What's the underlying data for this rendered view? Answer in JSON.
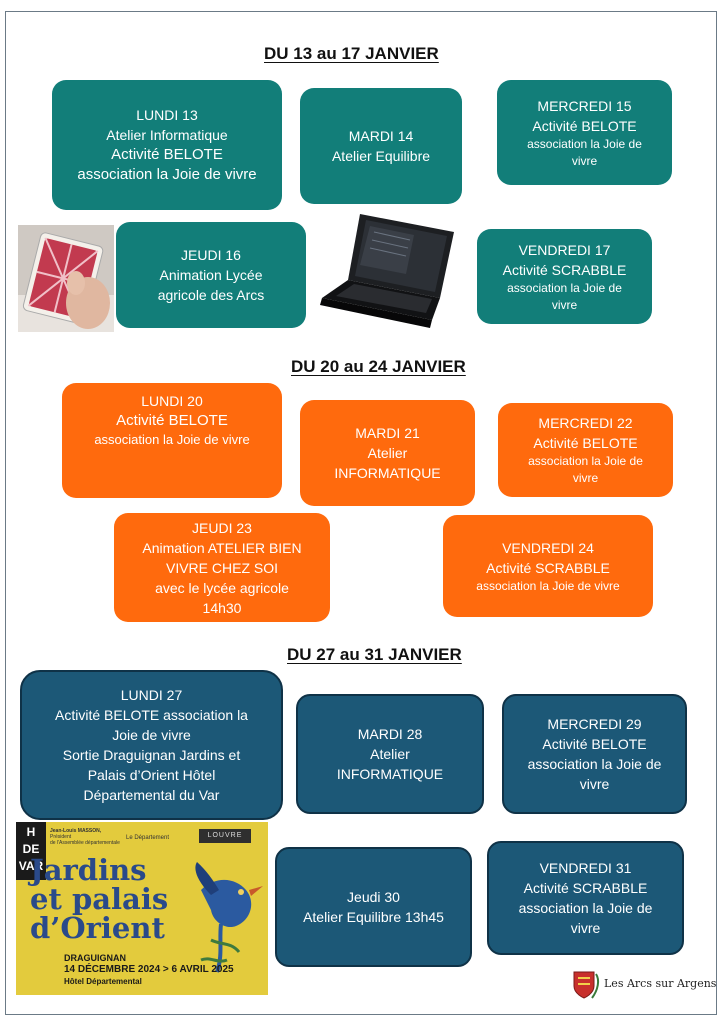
{
  "weeks": [
    {
      "title": "DU 13 au 17 JANVIER",
      "days": [
        {
          "lines": [
            "LUNDI  13",
            "Atelier Informatique",
            "Activité BELOTE",
            "association la Joie de vivre"
          ]
        },
        {
          "lines": [
            "MARDI 14",
            "Atelier Equilibre"
          ]
        },
        {
          "lines": [
            "MERCREDI 15",
            "Activité BELOTE"
          ],
          "small": [
            "association la Joie de",
            "vivre"
          ]
        },
        {
          "lines": [
            "JEUDI 16",
            "Animation Lycée",
            "agricole des Arcs"
          ]
        },
        {
          "lines": [
            "VENDREDI 17",
            "Activité SCRABBLE"
          ],
          "small": [
            "association la Joie de",
            "vivre"
          ]
        }
      ]
    },
    {
      "title": "DU 20 au 24 JANVIER",
      "days": [
        {
          "lines": [
            "LUNDI 20",
            "Activité BELOTE"
          ],
          "small": [
            "association la Joie de vivre"
          ]
        },
        {
          "lines": [
            "MARDI 21",
            "Atelier",
            "INFORMATIQUE"
          ]
        },
        {
          "lines": [
            "MERCREDI 22",
            "Activité BELOTE"
          ],
          "small": [
            "association la Joie de",
            "vivre"
          ]
        },
        {
          "lines": [
            "JEUDI 23",
            "Animation ATELIER BIEN",
            "VIVRE CHEZ SOI",
            "avec le lycée agricole",
            "14h30"
          ]
        },
        {
          "lines": [
            "VENDREDI 24",
            "Activité SCRABBLE"
          ],
          "small": [
            "association la Joie de vivre"
          ]
        }
      ]
    },
    {
      "title": "DU 27 au 31 JANVIER",
      "days": [
        {
          "lines": [
            "LUNDI 27",
            "Activité BELOTE association la",
            "Joie de vivre",
            "Sortie Draguignan  Jardins et",
            "Palais d’Orient Hôtel",
            "Départemental du Var"
          ]
        },
        {
          "lines": [
            "MARDI 28",
            "Atelier",
            "INFORMATIQUE"
          ]
        },
        {
          "lines": [
            "MERCREDI 29",
            "Activité BELOTE",
            "association la Joie de",
            "vivre"
          ]
        },
        {
          "lines": [
            "Jeudi 30",
            "Atelier Equilibre 13h45"
          ]
        },
        {
          "lines": [
            "VENDREDI 31",
            "Activité SCRABBLE",
            "association la Joie de",
            "vivre"
          ]
        }
      ]
    }
  ],
  "poster": {
    "logo_left": [
      "H",
      "DE",
      "VAR"
    ],
    "sponsor_name": "Jean-Louis MASSON,",
    "sponsor_role": [
      "Président",
      "de l'Assemblée départementale"
    ],
    "dept_label": "Le Département",
    "venue_logo": "LOUVRE",
    "title_lines": [
      "Jardins",
      "et palais",
      "d’Orient"
    ],
    "city": "DRAGUIGNAN",
    "dates": "14 DÉCEMBRE 2024 > 6 AVRIL 2025",
    "venue": "Hôtel Départemental"
  },
  "footer_logo": "Les Arcs sur Argens",
  "colors": {
    "week1": "#127e79",
    "week2": "#ff6a0d",
    "week3": "#1c5877"
  }
}
